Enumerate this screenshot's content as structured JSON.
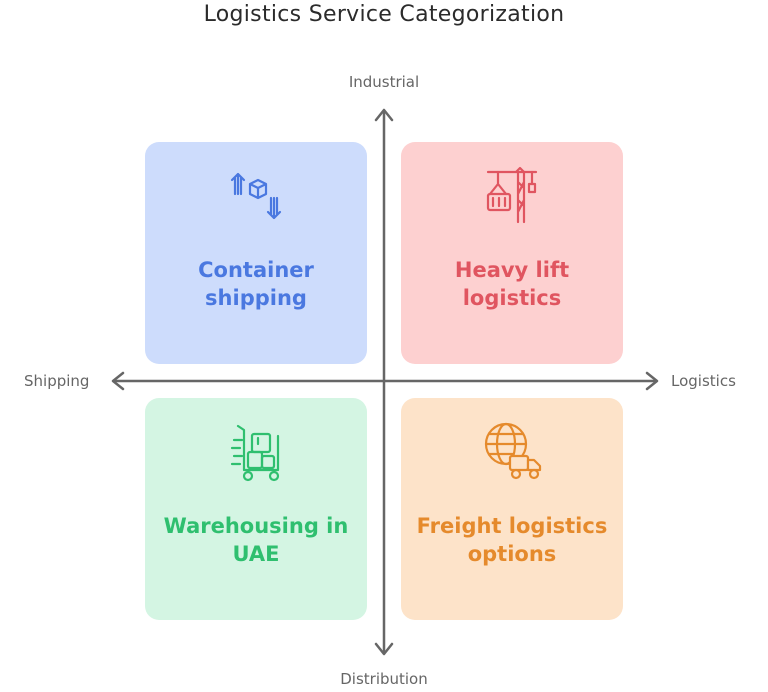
{
  "title": "Logistics Service Categorization",
  "axes": {
    "top": "Industrial",
    "bottom": "Distribution",
    "left": "Shipping",
    "right": "Logistics"
  },
  "quadrants": {
    "top_left": {
      "label": "Container shipping",
      "icon": "boxes-exchange-icon",
      "color": "#4a78e0",
      "bg": "#cddcfc"
    },
    "top_right": {
      "label": "Heavy lift logistics",
      "icon": "crane-icon",
      "color": "#e05560",
      "bg": "#fdd0d0"
    },
    "bottom_left": {
      "label": "Warehousing in UAE",
      "icon": "hand-truck-icon",
      "color": "#2fbf6f",
      "bg": "#d4f5e3"
    },
    "bottom_right": {
      "label": "Freight logistics options",
      "icon": "globe-truck-icon",
      "color": "#e58a2c",
      "bg": "#fde3c9"
    }
  },
  "axis_color": "#666666"
}
